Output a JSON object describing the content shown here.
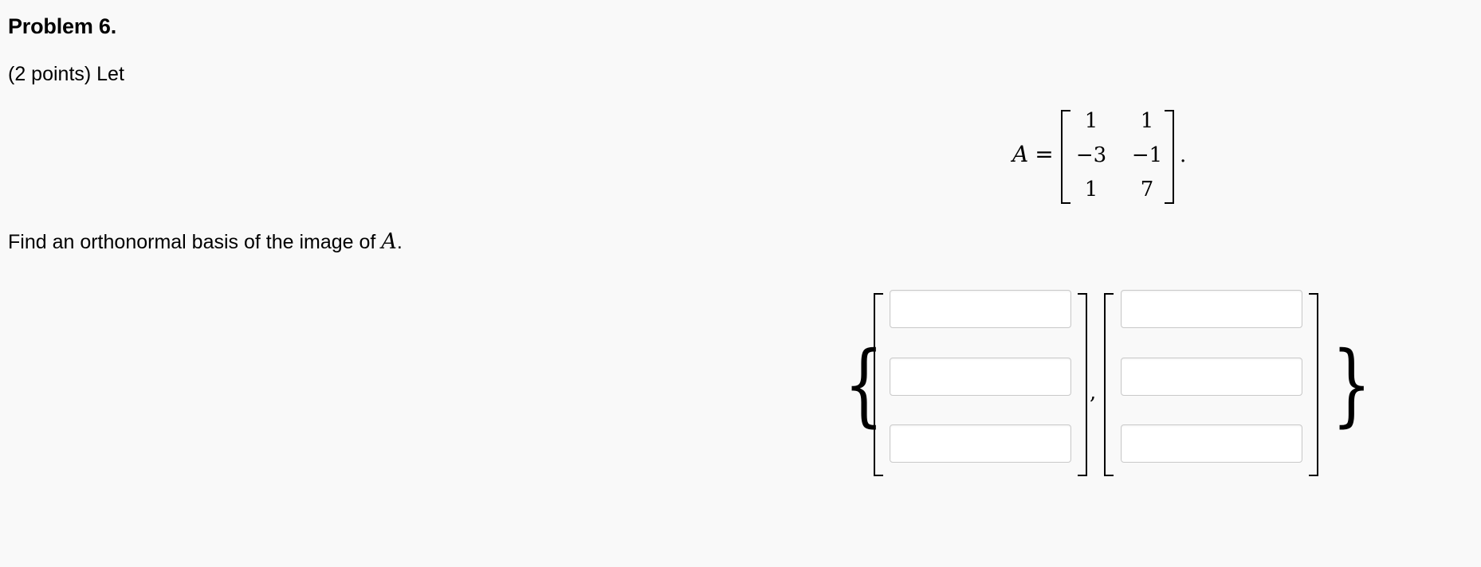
{
  "problem": {
    "title": "Problem 6.",
    "points_text": "(2 points) Let",
    "matrix_name": "A",
    "equals": "=",
    "matrix": [
      [
        "1",
        "1"
      ],
      [
        "−3",
        "−1"
      ],
      [
        "1",
        "7"
      ]
    ],
    "matrix_period": ".",
    "question_text": "Find an orthonormal basis of the image of ",
    "question_var": "A",
    "question_period": "."
  },
  "answer": {
    "open_brace": "{",
    "close_brace": "}",
    "comma": ",",
    "period": ".",
    "vector1": [
      "",
      "",
      ""
    ],
    "vector2": [
      "",
      "",
      ""
    ]
  }
}
